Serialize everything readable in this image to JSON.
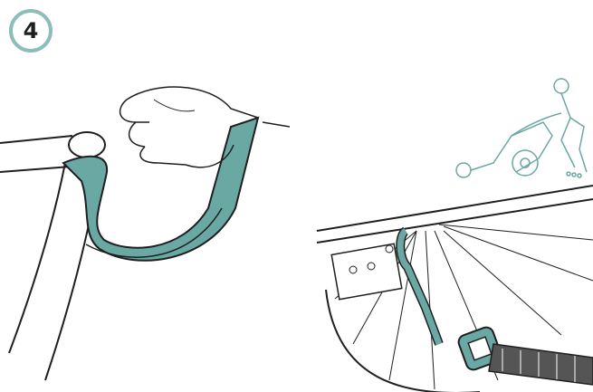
{
  "step": {
    "number": "4"
  },
  "colors": {
    "accent": "#6aa8a4",
    "accent_light": "#8dbdb8",
    "line": "#1f1f1f",
    "webbing": "#555555"
  },
  "icons": {
    "left": "hand-wrist-strap-on-handlebar-illustration",
    "right": "strap-hook-attached-to-wheel-axle-illustration",
    "inset": "person-rollerblading-with-trailer-icon"
  }
}
